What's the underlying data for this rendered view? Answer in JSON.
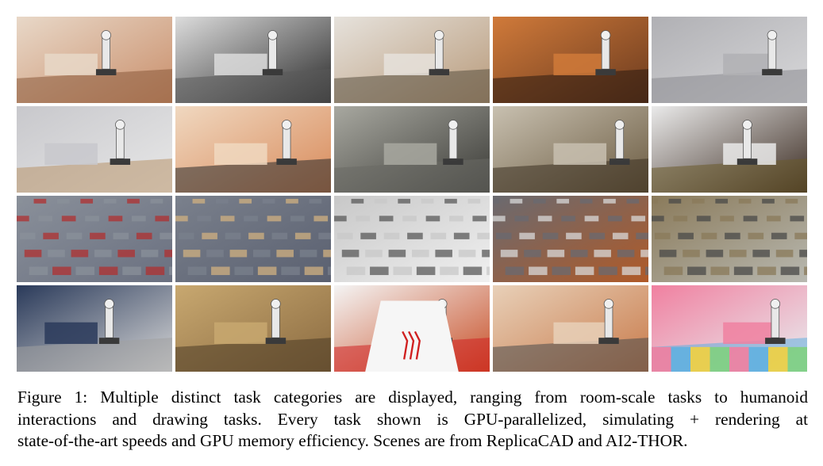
{
  "figure": {
    "caption_lines": [
      "Figure 1: Multiple distinct task categories are displayed, ranging from room-scale tasks to humanoid",
      "interactions and drawing tasks.  Every task shown is GPU-parallelized, simulating + rendering at",
      "state-of-the-art speeds and GPU memory efficiency. Scenes are from ReplicaCAD and AI2-THOR."
    ],
    "grid": {
      "rows": 4,
      "cols": 5
    },
    "panels": [
      {
        "id": "r1c1",
        "scene": "kitchen-robot-overhead",
        "colors": [
          "#c98e6a",
          "#e8d8c8",
          "#8a5a3a"
        ]
      },
      {
        "id": "r1c2",
        "scene": "dark-kitchen-fetch-robot",
        "colors": [
          "#2a2a2a",
          "#dcdcdc",
          "#5a5a5a"
        ]
      },
      {
        "id": "r1c3",
        "scene": "kitchen-counter-robot",
        "colors": [
          "#b89a7a",
          "#e6e2dc",
          "#5a5040"
        ]
      },
      {
        "id": "r1c4",
        "scene": "living-room-quadruped",
        "colors": [
          "#6a3a1e",
          "#d07a3a",
          "#2a1a10"
        ]
      },
      {
        "id": "r1c5",
        "scene": "apartment-wide-view",
        "colors": [
          "#d8d8da",
          "#b0b0b4",
          "#8a8a90"
        ]
      },
      {
        "id": "r2c1",
        "scene": "bathroom-robot",
        "colors": [
          "#e8e8e8",
          "#c8c8cc",
          "#b8946a"
        ]
      },
      {
        "id": "r2c2",
        "scene": "bedroom-humanoid",
        "colors": [
          "#d88a5a",
          "#f0d8c0",
          "#2a2a2a"
        ]
      },
      {
        "id": "r2c3",
        "scene": "grey-kitchen-arm",
        "colors": [
          "#3a3a36",
          "#a8a8a0",
          "#6a6a64"
        ]
      },
      {
        "id": "r2c4",
        "scene": "living-room-rug-robot",
        "colors": [
          "#6a5a40",
          "#c8c0b0",
          "#3a3020"
        ]
      },
      {
        "id": "r2c5",
        "scene": "bedroom-dual-arm",
        "colors": [
          "#3a2a20",
          "#eaeaea",
          "#6a5a2a"
        ]
      },
      {
        "id": "r3c1",
        "scene": "parallel-mobile-robots-grid",
        "colors": [
          "#6a7080",
          "#8a909a",
          "#b03030"
        ]
      },
      {
        "id": "r3c2",
        "scene": "parallel-fetch-boxes",
        "colors": [
          "#5a6070",
          "#7a808c",
          "#d0b080"
        ]
      },
      {
        "id": "r3c3",
        "scene": "parallel-kitchen-counters",
        "colors": [
          "#f0f0f0",
          "#c8c8c8",
          "#5a5a5a"
        ]
      },
      {
        "id": "r3c4",
        "scene": "parallel-wood-tables-arms",
        "colors": [
          "#b05a28",
          "#6a6a70",
          "#d8d8d8"
        ]
      },
      {
        "id": "r3c5",
        "scene": "parallel-apartment-rooms",
        "colors": [
          "#b8b8b0",
          "#8a7a5a",
          "#4a4a48"
        ]
      },
      {
        "id": "r4c1",
        "scene": "kitchen-towel-folding",
        "colors": [
          "#d8d8d8",
          "#2a3a5a",
          "#a0a0a0"
        ]
      },
      {
        "id": "r4c2",
        "scene": "wood-kitchen-overview",
        "colors": [
          "#8a6a40",
          "#c8a870",
          "#4a3a24"
        ]
      },
      {
        "id": "r4c3",
        "scene": "drawing-arm-red-lines",
        "colors": [
          "#c85028",
          "#f4f4f4",
          "#d02020"
        ]
      },
      {
        "id": "r4c4",
        "scene": "bedroom-arm-basket",
        "colors": [
          "#c87a4a",
          "#e8d0b8",
          "#4a4a4a"
        ]
      },
      {
        "id": "r4c5",
        "scene": "dual-arm-colored-mat",
        "colors": [
          "#e8eef0",
          "#f080a0",
          "#60b0e0"
        ]
      }
    ]
  }
}
